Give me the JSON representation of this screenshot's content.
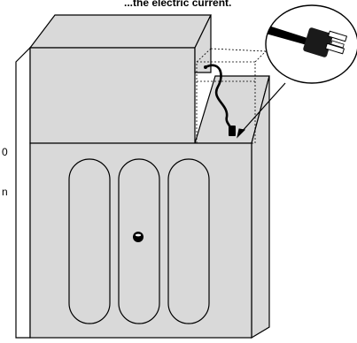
{
  "caption": {
    "partial_text": "...the electric current."
  },
  "side_fragments": {
    "frag_1": "0",
    "frag_2": "n"
  },
  "colors": {
    "cabinet_fill": "#d9d9d9",
    "outline": "#000000",
    "callout_fill": "#ffffff",
    "plug_body": "#1a1a1a",
    "prong": "#ffffff"
  },
  "icons": {
    "plug": "power-plug-icon",
    "knob": "knob-icon",
    "arrow": "arrow-icon"
  }
}
